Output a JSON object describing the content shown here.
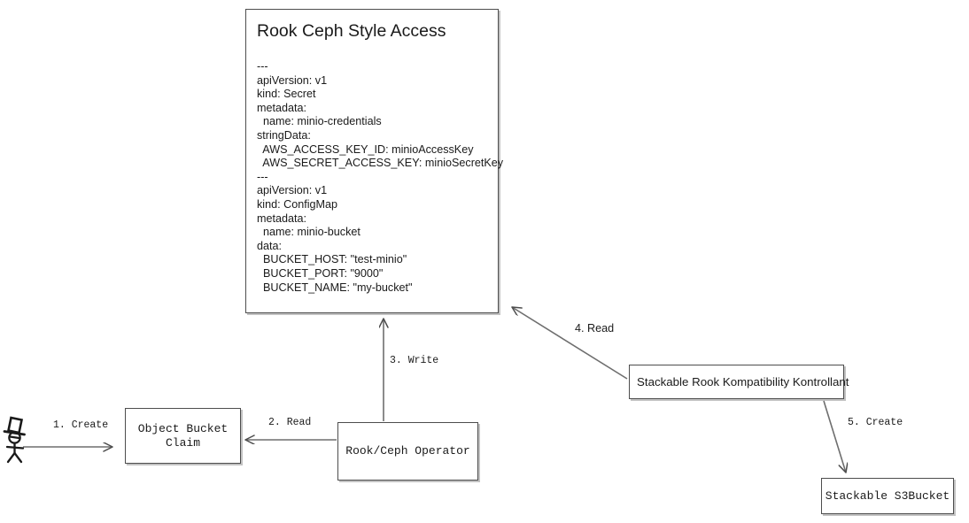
{
  "diagram": {
    "title": "Rook Ceph Style Access",
    "background_color": "#ffffff",
    "stroke_color": "#4d4d4d",
    "text_color": "#1a1a1a"
  },
  "yaml_card": {
    "title": "Rook Ceph Style Access",
    "body": "---\napiVersion: v1\nkind: Secret\nmetadata:\n  name: minio-credentials\nstringData:\n  AWS_ACCESS_KEY_ID: minioAccessKey\n  AWS_SECRET_ACCESS_KEY: minioSecretKey\n---\napiVersion: v1\nkind: ConfigMap\nmetadata:\n  name: minio-bucket\ndata:\n  BUCKET_HOST: \"test-minio\"\n  BUCKET_PORT: \"9000\"\n  BUCKET_NAME: \"my-bucket\""
  },
  "nodes": {
    "actor": {
      "label": "",
      "icon": "stick-figure-top-hat-icon"
    },
    "object_bucket_claim": {
      "label": "Object Bucket\nClaim"
    },
    "rook_ceph_operator": {
      "label": "Rook/Ceph Operator"
    },
    "srkk": {
      "label": "Stackable Rook Kompatibility Kontrollant"
    },
    "s3bucket": {
      "label": "Stackable S3Bucket"
    }
  },
  "edges": [
    {
      "id": "e1",
      "label": "1. Create",
      "from": "actor",
      "to": "object_bucket_claim"
    },
    {
      "id": "e2",
      "label": "2. Read",
      "from": "rook_ceph_operator",
      "to": "object_bucket_claim"
    },
    {
      "id": "e3",
      "label": "3. Write",
      "from": "rook_ceph_operator",
      "to": "yaml_card"
    },
    {
      "id": "e4",
      "label": "4. Read",
      "from": "srkk",
      "to": "yaml_card"
    },
    {
      "id": "e5",
      "label": "5. Create",
      "from": "srkk",
      "to": "s3bucket"
    }
  ]
}
